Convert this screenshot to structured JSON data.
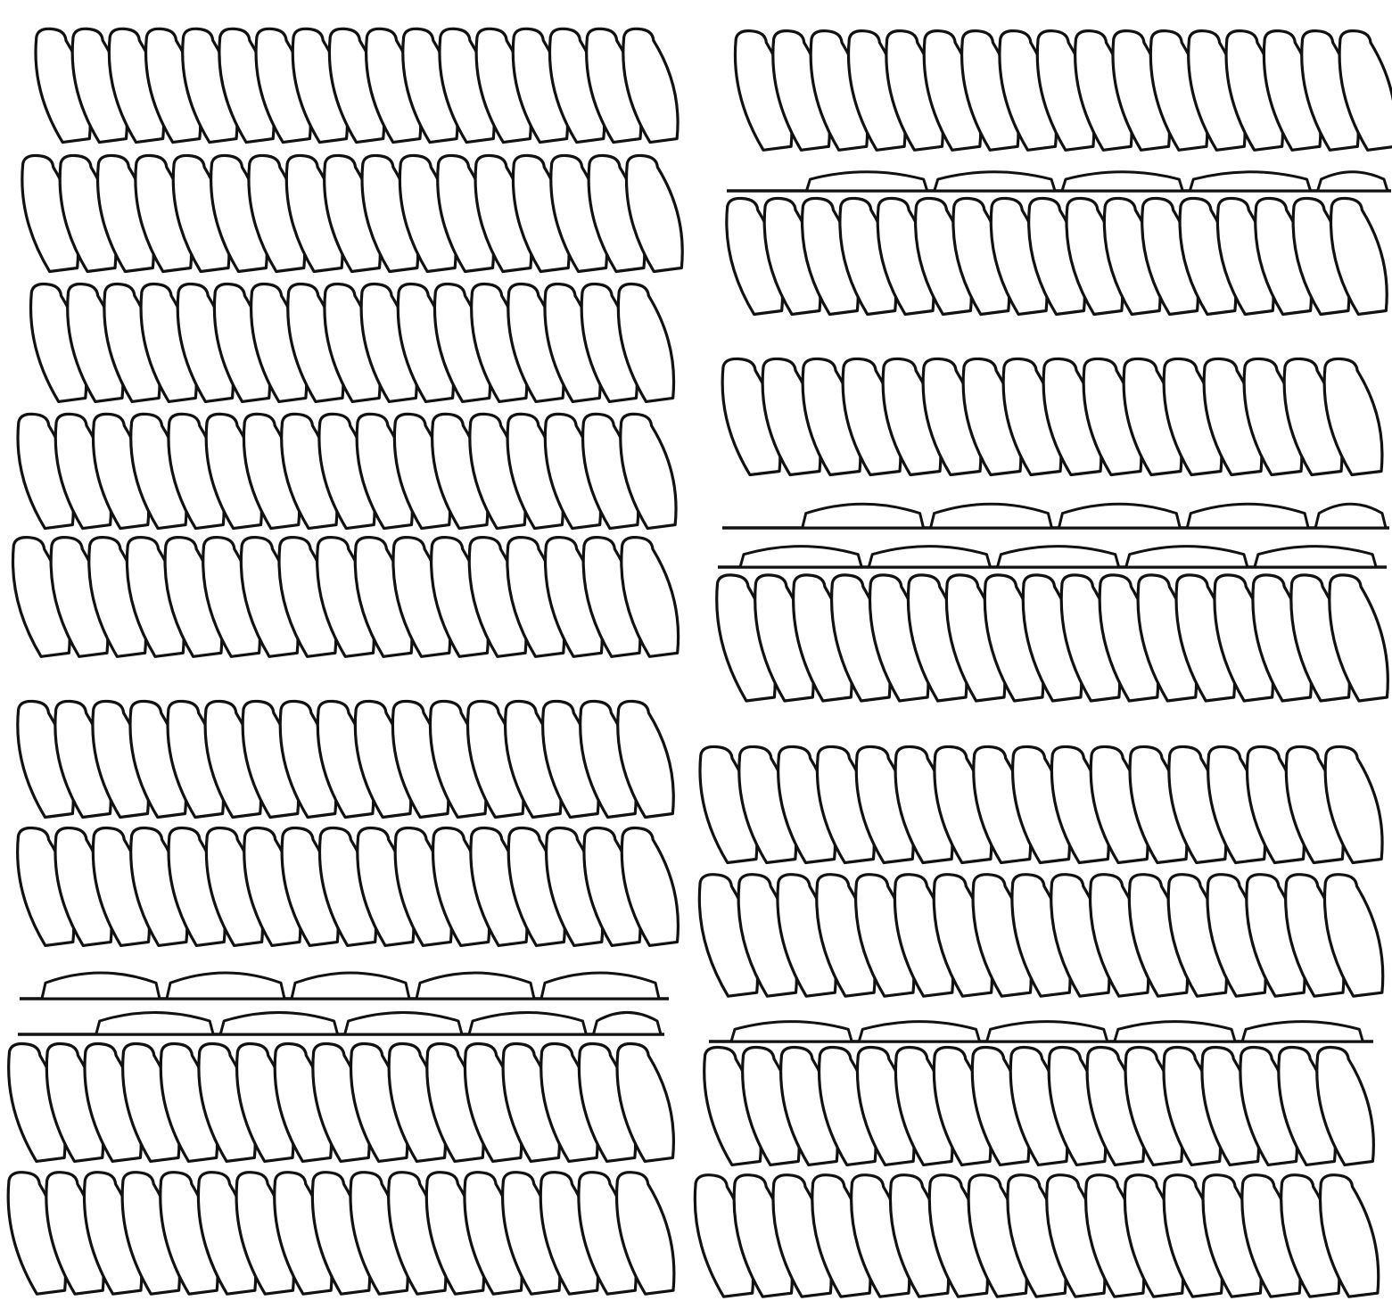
{
  "figure": {
    "ink_color": "#111111",
    "paper_color": "#ffffff",
    "panels": [
      {
        "id": "a",
        "description_free": true,
        "rows": [
          {
            "kind": "slanted",
            "count": 17
          },
          {
            "kind": "slanted",
            "count": 17
          },
          {
            "kind": "slanted",
            "count": 17
          },
          {
            "kind": "slanted",
            "count": 17
          },
          {
            "kind": "slanted",
            "count": 17
          }
        ]
      },
      {
        "id": "b",
        "rows": [
          {
            "kind": "slanted",
            "count": 17
          },
          {
            "kind": "flat",
            "count": 5
          },
          {
            "kind": "slanted",
            "count": 17
          }
        ]
      },
      {
        "id": "c",
        "rows": [
          {
            "kind": "slanted",
            "count": 16
          },
          {
            "kind": "flat",
            "count": 5
          },
          {
            "kind": "flat",
            "count": 5
          },
          {
            "kind": "slanted",
            "count": 17
          }
        ]
      },
      {
        "id": "d",
        "rows": [
          {
            "kind": "slanted",
            "count": 17
          },
          {
            "kind": "slanted",
            "count": 17
          },
          {
            "kind": "flat",
            "count": 5
          },
          {
            "kind": "flat",
            "count": 5
          },
          {
            "kind": "slanted",
            "count": 17
          },
          {
            "kind": "slanted",
            "count": 17
          }
        ]
      },
      {
        "id": "e",
        "rows": [
          {
            "kind": "slanted",
            "count": 17
          },
          {
            "kind": "slanted",
            "count": 17
          },
          {
            "kind": "flat",
            "count": 5
          },
          {
            "kind": "slanted",
            "count": 17
          },
          {
            "kind": "slanted",
            "count": 17
          }
        ]
      }
    ]
  }
}
